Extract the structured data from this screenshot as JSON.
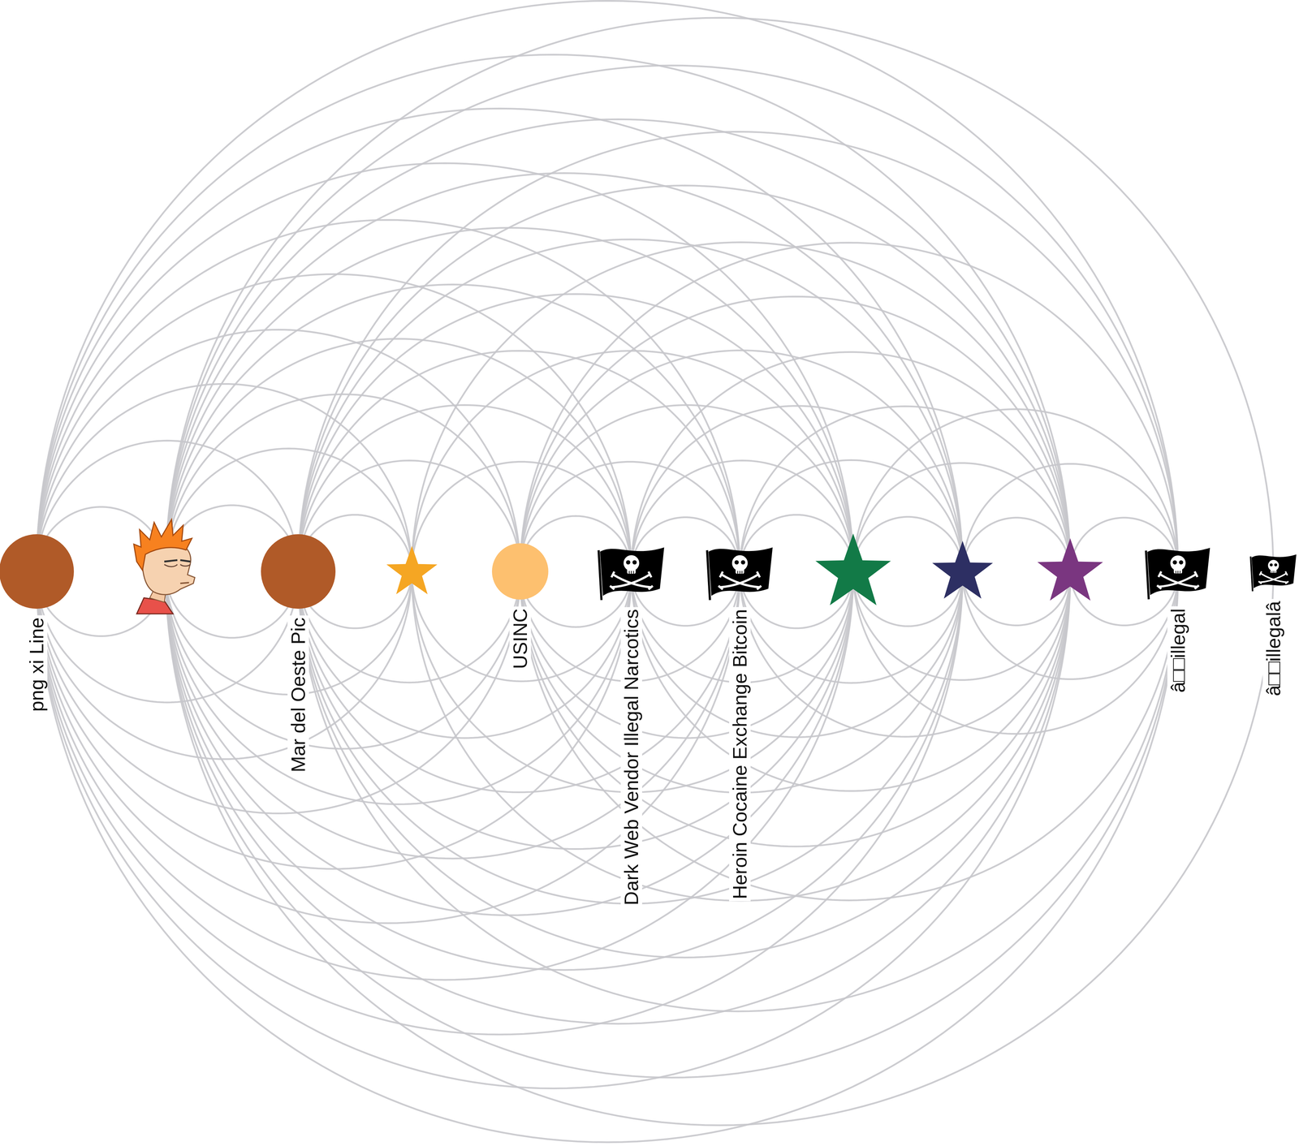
{
  "diagram": {
    "nodes": [
      {
        "text": [
          "png xi Line"
        ]
      },
      {
        "text": []
      },
      {
        "text": [
          "Mar del Oeste Pic"
        ]
      },
      {
        "text": []
      },
      {
        "text": [
          "USINC"
        ]
      },
      {
        "text": [
          "Dark Web Vendor Illegal Narcotics"
        ]
      },
      {
        "text": [
          "Heroin Cocaine Exchange Bitcoin"
        ]
      },
      {
        "text": []
      },
      {
        "text": []
      },
      {
        "text": []
      },
      {
        "text": [
          "â□□illegal"
        ]
      },
      {
        "text": [
          "â□□illegalâ"
        ]
      }
    ],
    "edges": [
      {
        "from": 0,
        "to": 1,
        "arrow": "none"
      },
      {
        "from": 0,
        "to": 2,
        "arrow": "none"
      },
      {
        "from": 0,
        "to": 3,
        "arrow": "none"
      },
      {
        "from": 0,
        "to": 4,
        "arrow": "none"
      },
      {
        "from": 0,
        "to": 5,
        "arrow": "none"
      },
      {
        "from": 0,
        "to": 6,
        "arrow": "none"
      },
      {
        "from": 0,
        "to": 7,
        "arrow": "none"
      },
      {
        "from": 0,
        "to": 8,
        "arrow": "none"
      },
      {
        "from": 0,
        "to": 9,
        "arrow": "none"
      },
      {
        "from": 0,
        "to": 10,
        "arrow": "none"
      },
      {
        "from": 1,
        "to": 2,
        "arrow": "none"
      },
      {
        "from": 1,
        "to": 3,
        "arrow": "none"
      },
      {
        "from": 1,
        "to": 4,
        "arrow": "none"
      },
      {
        "from": 1,
        "to": 5,
        "arrow": "none"
      },
      {
        "from": 1,
        "to": 6,
        "arrow": "none"
      },
      {
        "from": 1,
        "to": 7,
        "arrow": "none"
      },
      {
        "from": 1,
        "to": 8,
        "arrow": "none"
      },
      {
        "from": 1,
        "to": 9,
        "arrow": "none"
      },
      {
        "from": 1,
        "to": 10,
        "arrow": "none"
      },
      {
        "from": 1,
        "to": 11,
        "arrow": "none"
      },
      {
        "from": 2,
        "to": 3,
        "arrow": "none"
      },
      {
        "from": 2,
        "to": 4,
        "arrow": "none"
      },
      {
        "from": 2,
        "to": 5,
        "arrow": "none"
      },
      {
        "from": 2,
        "to": 6,
        "arrow": "none"
      },
      {
        "from": 2,
        "to": 7,
        "arrow": "none"
      },
      {
        "from": 2,
        "to": 8,
        "arrow": "none"
      },
      {
        "from": 2,
        "to": 9,
        "arrow": "none"
      },
      {
        "from": 2,
        "to": 10,
        "arrow": "none"
      },
      {
        "from": 3,
        "to": 5,
        "arrow": "none"
      },
      {
        "from": 3,
        "to": 7,
        "arrow": "none"
      },
      {
        "from": 3,
        "to": 9,
        "arrow": "none"
      },
      {
        "from": 4,
        "to": 5,
        "arrow": "none"
      },
      {
        "from": 4,
        "to": 6,
        "arrow": "none"
      },
      {
        "from": 4,
        "to": 7,
        "arrow": "none"
      },
      {
        "from": 4,
        "to": 8,
        "arrow": "none"
      },
      {
        "from": 4,
        "to": 9,
        "arrow": "none"
      },
      {
        "from": 4,
        "to": 10,
        "arrow": "none"
      },
      {
        "from": 5,
        "to": 6,
        "arrow": "none"
      },
      {
        "from": 5,
        "to": 7,
        "arrow": "none"
      },
      {
        "from": 5,
        "to": 8,
        "arrow": "none"
      },
      {
        "from": 5,
        "to": 9,
        "arrow": "none"
      },
      {
        "from": 6,
        "to": 7,
        "arrow": "none"
      },
      {
        "from": 6,
        "to": 8,
        "arrow": "none"
      },
      {
        "from": 6,
        "to": 9,
        "arrow": "none"
      },
      {
        "from": 7,
        "to": 8,
        "arrow": "none"
      },
      {
        "from": 7,
        "to": 9,
        "arrow": "none"
      },
      {
        "from": 7,
        "to": 10,
        "arrow": "none"
      },
      {
        "from": 8,
        "to": 9,
        "arrow": "none"
      },
      {
        "from": 8,
        "to": 10,
        "arrow": "none"
      },
      {
        "from": 9,
        "to": 10,
        "arrow": "none"
      }
    ]
  }
}
